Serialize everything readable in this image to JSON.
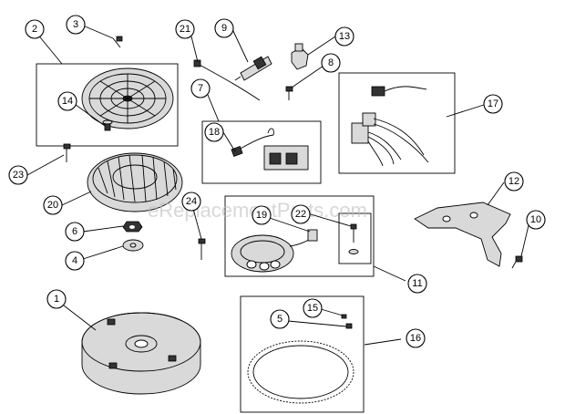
{
  "watermark": "eReplacementParts.com",
  "callouts": [
    {
      "id": "c1",
      "label": "1"
    },
    {
      "id": "c2",
      "label": "2"
    },
    {
      "id": "c3",
      "label": "3"
    },
    {
      "id": "c4",
      "label": "4"
    },
    {
      "id": "c5",
      "label": "5"
    },
    {
      "id": "c6",
      "label": "6"
    },
    {
      "id": "c7",
      "label": "7"
    },
    {
      "id": "c8",
      "label": "8"
    },
    {
      "id": "c9",
      "label": "9"
    },
    {
      "id": "c10",
      "label": "10"
    },
    {
      "id": "c11",
      "label": "11"
    },
    {
      "id": "c12",
      "label": "12"
    },
    {
      "id": "c13",
      "label": "13"
    },
    {
      "id": "c14",
      "label": "14"
    },
    {
      "id": "c15",
      "label": "15"
    },
    {
      "id": "c16",
      "label": "16"
    },
    {
      "id": "c17",
      "label": "17"
    },
    {
      "id": "c18",
      "label": "18"
    },
    {
      "id": "c19",
      "label": "19"
    },
    {
      "id": "c20",
      "label": "20"
    },
    {
      "id": "c21",
      "label": "21"
    },
    {
      "id": "c22",
      "label": "22"
    },
    {
      "id": "c23",
      "label": "23"
    },
    {
      "id": "c24",
      "label": "24"
    }
  ]
}
